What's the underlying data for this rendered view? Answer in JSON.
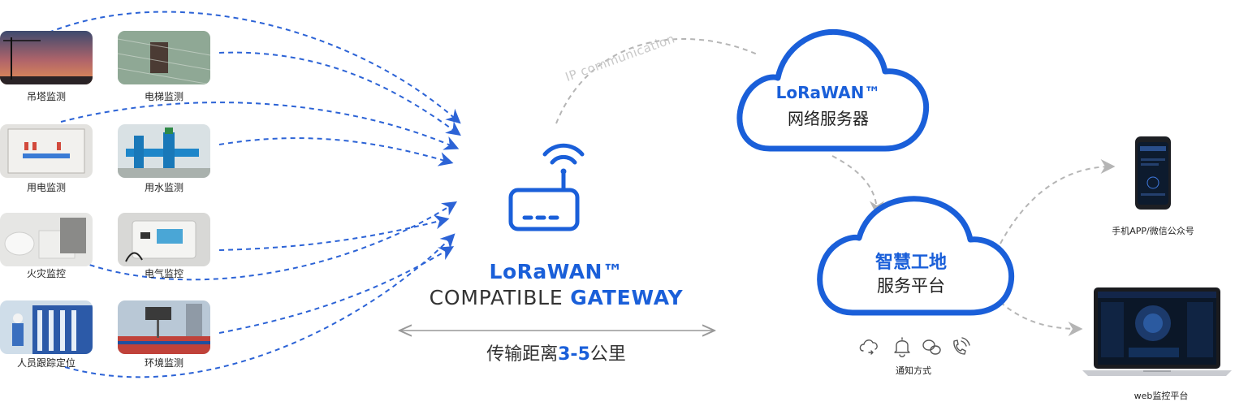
{
  "sensors": [
    {
      "label": "吊塔监测",
      "icon": "tower-crane-photo"
    },
    {
      "label": "电梯监测",
      "icon": "elevator-photo"
    },
    {
      "label": "用电监测",
      "icon": "power-cabinet-photo"
    },
    {
      "label": "用水监测",
      "icon": "water-pump-photo"
    },
    {
      "label": "火灾监控",
      "icon": "smoke-detector-photo"
    },
    {
      "label": "电气监控",
      "icon": "electric-meter-photo"
    },
    {
      "label": "人员跟踪定位",
      "icon": "worker-tracking-photo"
    },
    {
      "label": "环境监测",
      "icon": "environment-monitor-photo"
    }
  ],
  "gateway": {
    "brand": "LoRaWAN™",
    "line2_prefix": "COMPATIBLE ",
    "line2_highlight": "GATEWAY",
    "distance_prefix": "传输距离",
    "distance_value": "3-5",
    "distance_suffix": "公里",
    "icon": "wifi-router-icon"
  },
  "ip_link_label": "IP communication",
  "network_server": {
    "line1": "LoRaWAN™",
    "line2": "网络服务器"
  },
  "platform": {
    "line1": "智慧工地",
    "line2": "服务平台"
  },
  "notify": {
    "label": "通知方式",
    "icons": [
      "cloud-sync-icon",
      "bell-icon",
      "wechat-icon",
      "phone-icon"
    ]
  },
  "mobile": {
    "label": "手机APP/微信公众号"
  },
  "web": {
    "label": "web监控平台"
  },
  "colors": {
    "accent": "#1a5fd9",
    "dashed_blue": "#2c63d6",
    "dashed_gray": "#b5b5b5"
  }
}
